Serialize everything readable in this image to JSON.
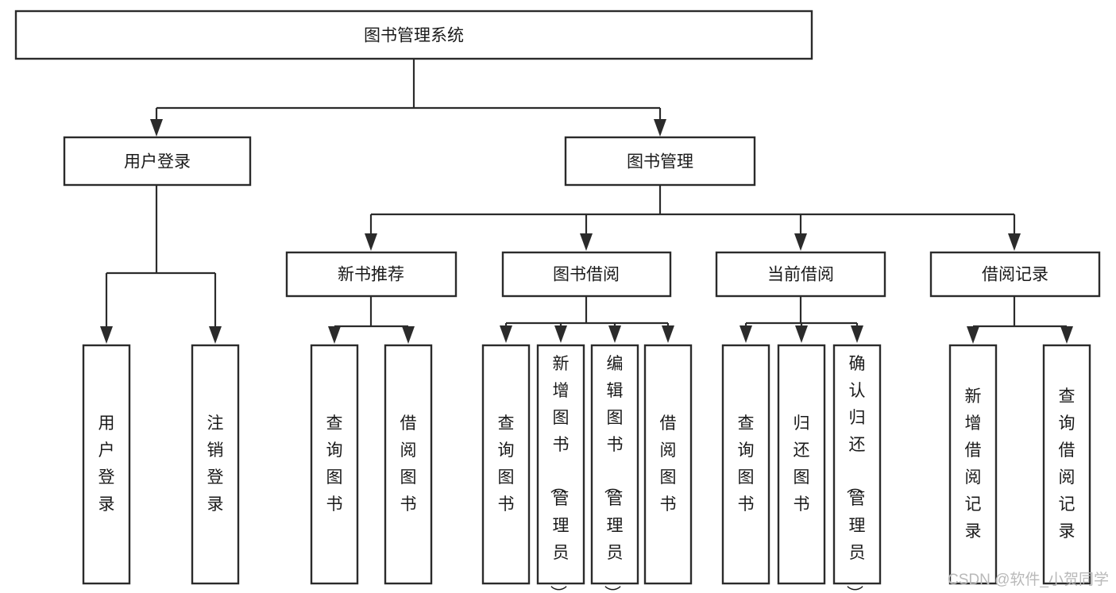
{
  "diagram": {
    "title": "图书管理系统",
    "type": "tree-hierarchy",
    "orientation": "top-down",
    "colors": {
      "box_fill": "#ffffff",
      "box_stroke": "#2b2b2b",
      "text": "#1a1a1a",
      "background": "#ffffff",
      "watermark": "#b9b9b9"
    },
    "root": {
      "label": "图书管理系统"
    },
    "level2": [
      {
        "label": "用户登录"
      },
      {
        "label": "图书管理"
      }
    ],
    "level3": [
      {
        "label": "新书推荐"
      },
      {
        "label": "图书借阅"
      },
      {
        "label": "当前借阅"
      },
      {
        "label": "借阅记录"
      }
    ],
    "leaves": {
      "user_login": [
        {
          "label": "用户登录"
        },
        {
          "label": "注销登录"
        }
      ],
      "new_book_recommend": [
        {
          "label": "查询图书"
        },
        {
          "label": "借阅图书"
        }
      ],
      "book_borrow": [
        {
          "label": "查询图书"
        },
        {
          "label": "新增图书（管理员）"
        },
        {
          "label": "编辑图书（管理员）"
        },
        {
          "label": "借阅图书"
        }
      ],
      "current_borrow": [
        {
          "label": "查询图书"
        },
        {
          "label": "归还图书"
        },
        {
          "label": "确认归还（管理员）"
        }
      ],
      "borrow_record": [
        {
          "label": "新增借阅记录"
        },
        {
          "label": "查询借阅记录"
        }
      ]
    }
  },
  "watermark": {
    "text": "CSDN @软件_小贺同学"
  }
}
